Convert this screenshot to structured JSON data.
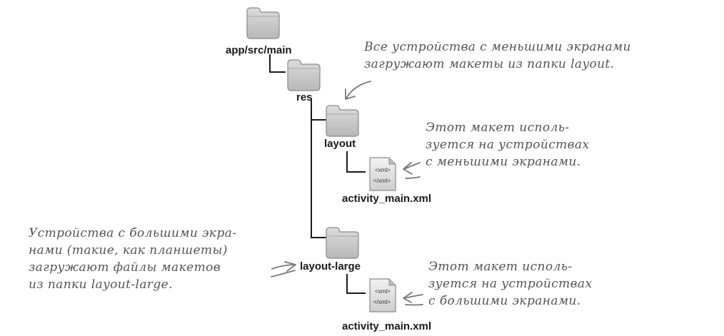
{
  "tree": {
    "app_src_main": "app/src/main",
    "res": "res",
    "layout": "layout",
    "layout_large": "layout-large",
    "file_small": "activity_main.xml",
    "file_large": "activity_main.xml",
    "xml_open": "<xml>",
    "xml_close": "</xml>"
  },
  "notes": {
    "top": [
      "Все устройства с меньшими экранами",
      "загружают макеты из папки layout."
    ],
    "small": [
      "Этот макет исполь-",
      "зуется на устройствах",
      "с меньшими экранами."
    ],
    "large_devices": [
      "Устройства с большими экра-",
      "нами (такие, как планшеты)",
      "загружают файлы макетов",
      "из папки layout-large."
    ],
    "large": [
      "Этот макет исполь-",
      "зуется на устройствах",
      "с большими экранами."
    ]
  },
  "colors": {
    "folder_fill": "#c8c8c8",
    "folder_stroke": "#8a8a8a",
    "line": "#1a1a1a",
    "note_text": "#555555",
    "arrow": "#777777"
  }
}
